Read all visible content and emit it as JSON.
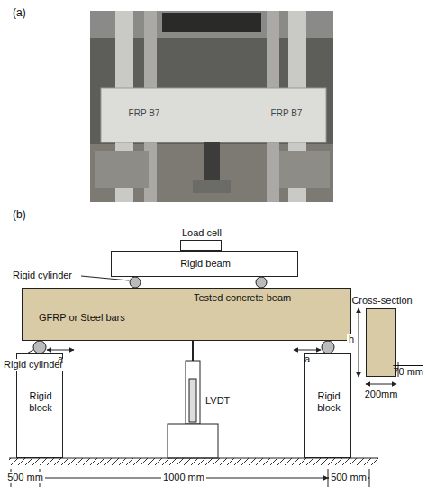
{
  "diagram": {
    "nodes": [
      {
        "text": [
          "Load cell"
        ]
      },
      {
        "text": [
          "Rigid beam"
        ]
      },
      {
        "text": [
          "Tested concrete beam",
          "GFRP or Steel bars"
        ]
      },
      {
        "text": [
          "Rigid block"
        ]
      },
      {
        "text": [
          "Rigid block"
        ]
      },
      {
        "text": [
          "Cross-section"
        ]
      }
    ],
    "labels": [
      "(a)",
      "FRP B7",
      "FRP B7",
      "(b)",
      "Rigid cylinder",
      "Rigid cylinder",
      "a",
      "a",
      "LVDT",
      "h",
      "70 mm",
      "200mm",
      "500 mm",
      "1000 mm",
      "500 mm"
    ]
  }
}
